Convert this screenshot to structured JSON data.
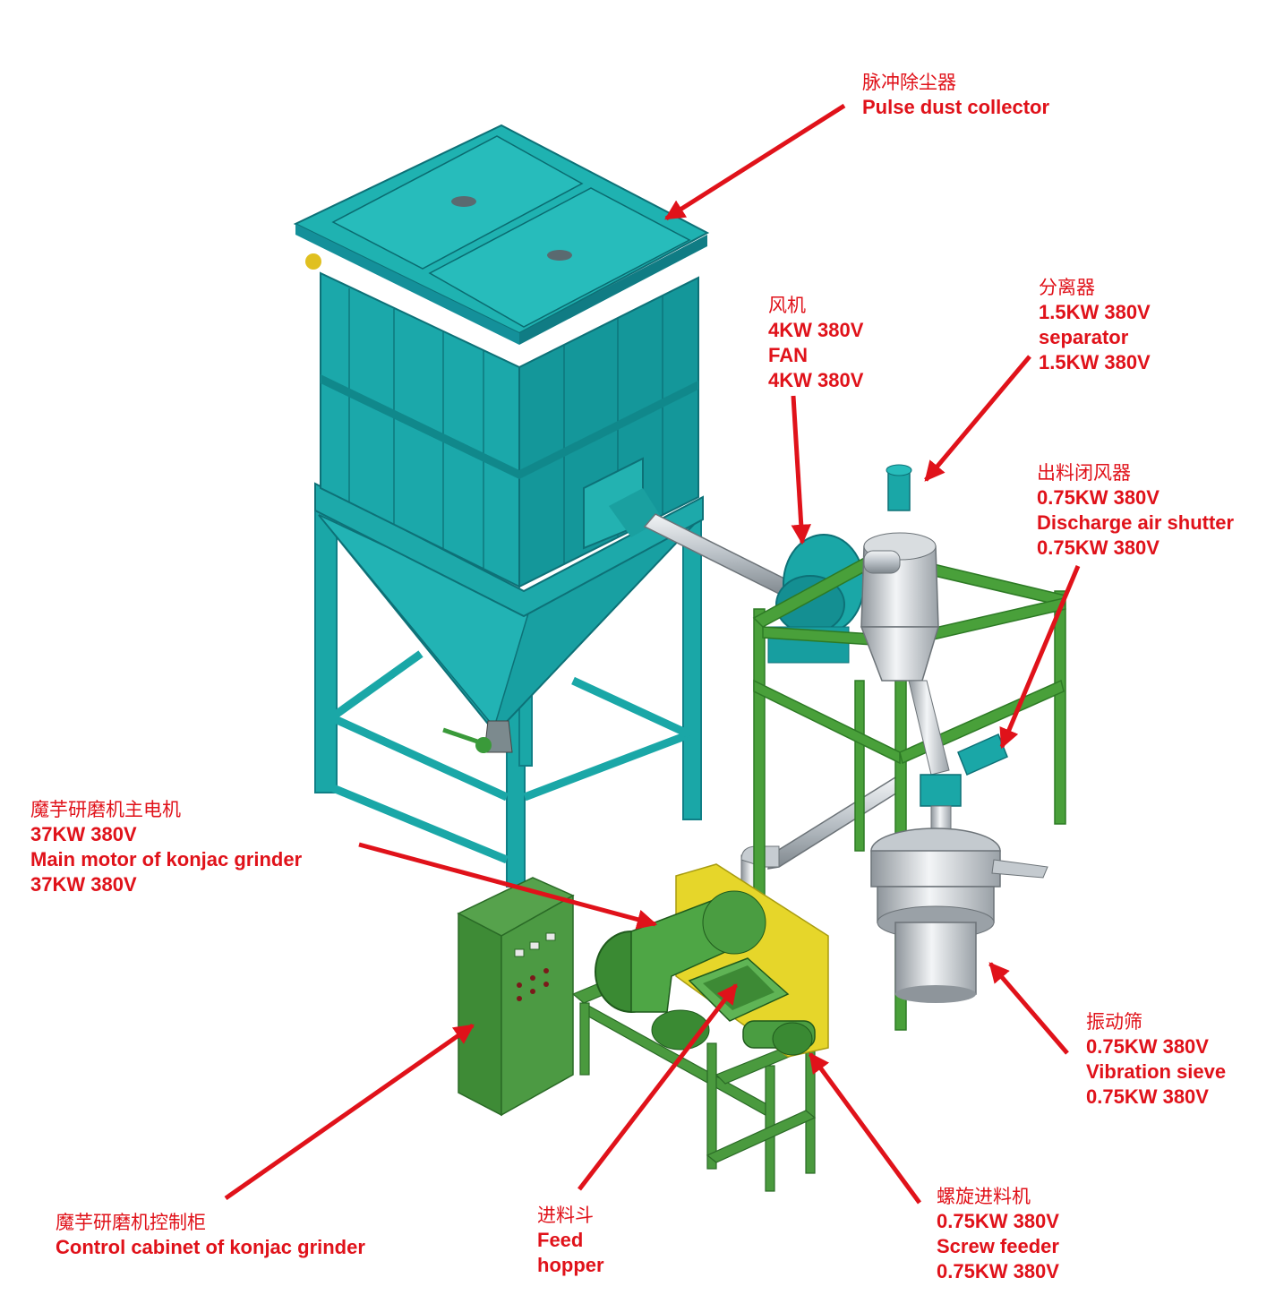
{
  "colors": {
    "label": "#e0121a",
    "arrow": "#e0121a",
    "dust_collector": "#1aa7a7",
    "frame_green": "#3c8f2f",
    "cabinet_green": "#3f8a3a",
    "metal_grey": "#c9cfd4",
    "guard_yellow": "#e6d62a"
  },
  "labels": {
    "dust_collector": {
      "cn": "脉冲除尘器",
      "en": "Pulse dust collector"
    },
    "fan": {
      "cn": "风机",
      "spec1": "4KW 380V",
      "en": "FAN",
      "spec2": "4KW 380V"
    },
    "separator": {
      "cn": "分离器",
      "spec1": "1.5KW 380V",
      "en": "separator",
      "spec2": "1.5KW 380V"
    },
    "air_shutter": {
      "cn": "出料闭风器",
      "spec1": "0.75KW 380V",
      "en": "Discharge air shutter",
      "spec2": "0.75KW 380V"
    },
    "main_motor": {
      "cn": "魔芋研磨机主电机",
      "spec1": "37KW 380V",
      "en": "Main motor of konjac grinder",
      "spec2": "37KW 380V"
    },
    "vibration_sieve": {
      "cn": "振动筛",
      "spec1": "0.75KW 380V",
      "en": "Vibration sieve",
      "spec2": "0.75KW 380V"
    },
    "control_cabinet": {
      "cn": "魔芋研磨机控制柜",
      "en": "Control cabinet of konjac grinder"
    },
    "feed_hopper": {
      "cn": "进料斗",
      "en1": "Feed",
      "en2": "hopper"
    },
    "screw_feeder": {
      "cn": "螺旋进料机",
      "spec1": "0.75KW 380V",
      "en": "Screw feeder",
      "spec2": "0.75KW 380V"
    }
  },
  "icons": [
    "arrow-icon"
  ]
}
